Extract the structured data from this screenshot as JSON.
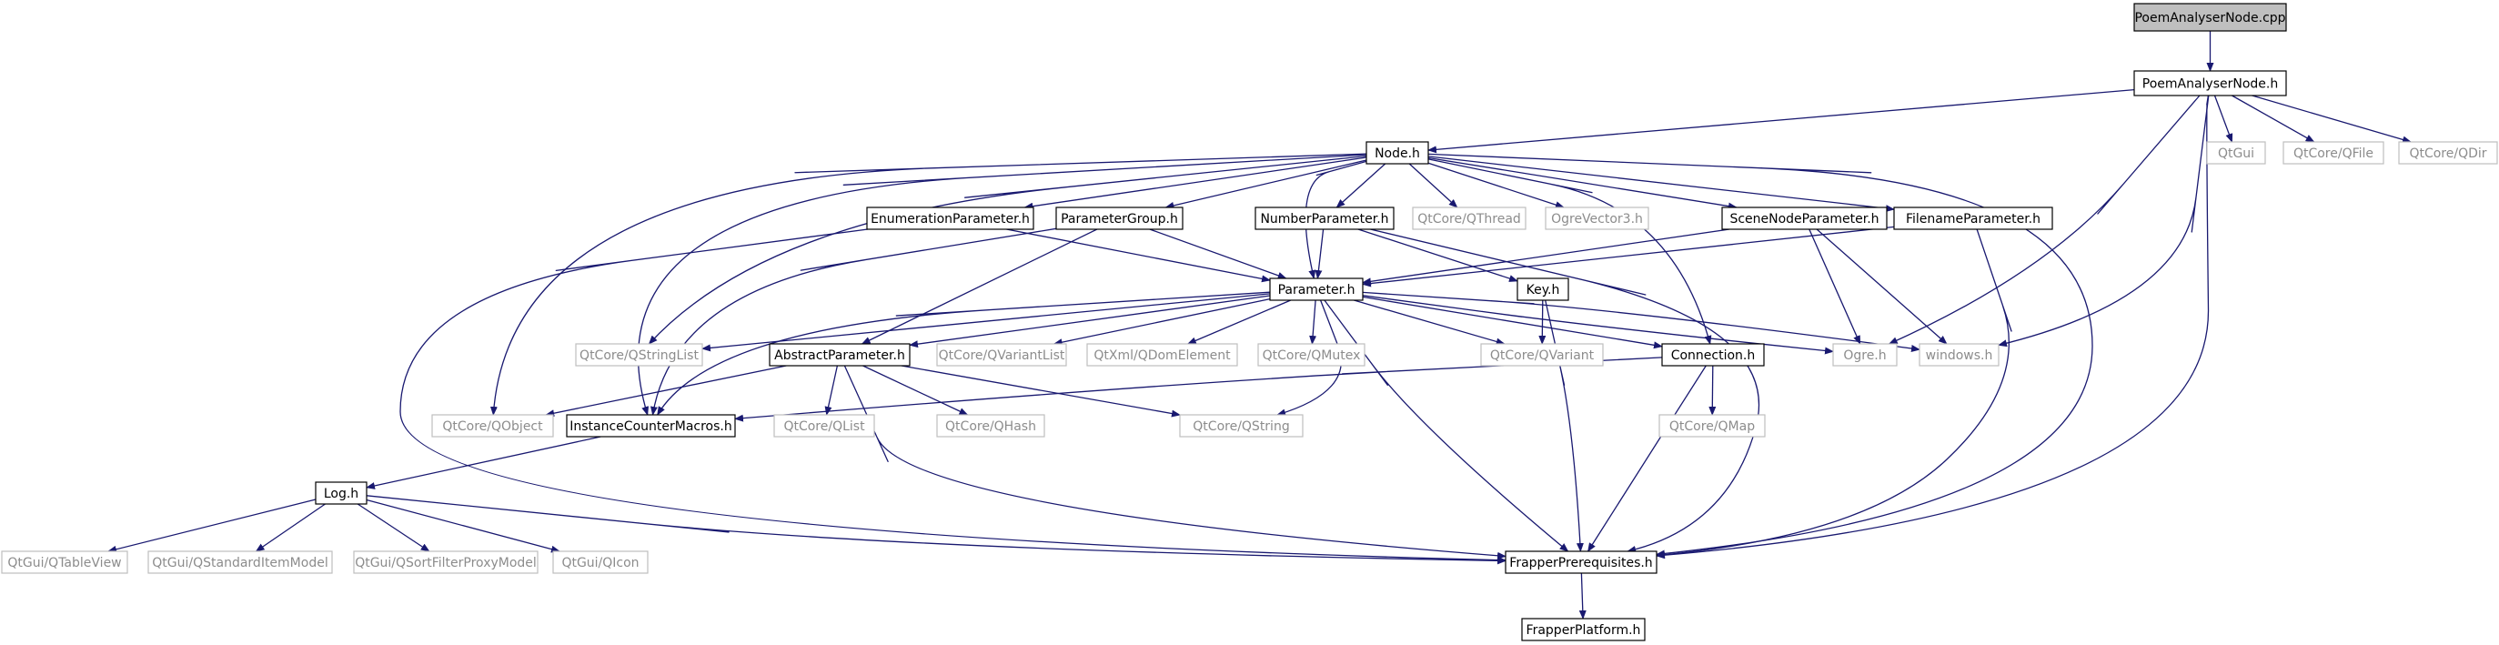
{
  "colors": {
    "edge": "#191970",
    "box_dark": "#000000",
    "box_light": "#bfbfbf",
    "text_dark": "#000000",
    "text_light": "#8c8c8c",
    "root_fill": "#bfbfbf"
  },
  "nodes": {
    "poem_cpp": "PoemAnalyserNode.cpp",
    "poem_h": "PoemAnalyserNode.h",
    "node_h": "Node.h",
    "qtgui": "QtGui",
    "qfile": "QtCore/QFile",
    "qdir": "QtCore/QDir",
    "enum_h": "EnumerationParameter.h",
    "pgroup_h": "ParameterGroup.h",
    "number_h": "NumberParameter.h",
    "qthread": "QtCore/QThread",
    "vector3": "OgreVector3.h",
    "scene_h": "SceneNodeParameter.h",
    "filename_h": "FilenameParameter.h",
    "param_h": "Parameter.h",
    "key_h": "Key.h",
    "qstringlist": "QtCore/QStringList",
    "abstract_h": "AbstractParameter.h",
    "qvariantlist": "QtCore/QVariantList",
    "qdom": "QtXml/QDomElement",
    "qmutex": "QtCore/QMutex",
    "qvariant": "QtCore/QVariant",
    "connection_h": "Connection.h",
    "ogre_h": "Ogre.h",
    "windows_h": "windows.h",
    "qobject": "QtCore/QObject",
    "icm_h": "InstanceCounterMacros.h",
    "qlist": "QtCore/QList",
    "qhash": "QtCore/QHash",
    "qstring": "QtCore/QString",
    "qmap": "QtCore/QMap",
    "log_h": "Log.h",
    "qtableview": "QtGui/QTableView",
    "qsim": "QtGui/QStandardItemModel",
    "qsfpm": "QtGui/QSortFilterProxyModel",
    "qicon": "QtGui/QIcon",
    "frapper_prereq": "FrapperPrerequisites.h",
    "frapper_platform": "FrapperPlatform.h"
  }
}
